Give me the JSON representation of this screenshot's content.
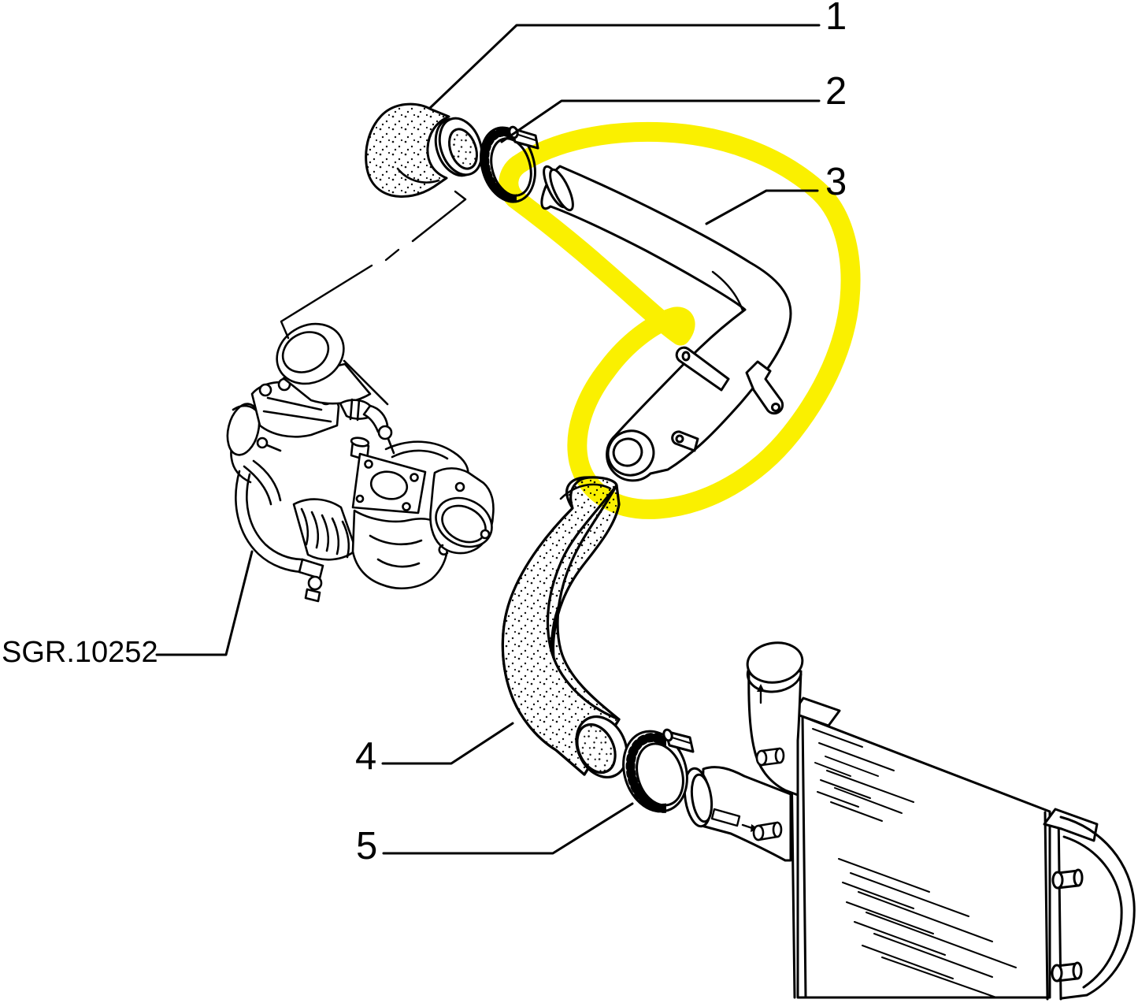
{
  "diagram": {
    "title": "exploded parts diagram",
    "background_color": "#ffffff",
    "line_color": "#000000",
    "highlight_color": "#FAF000",
    "highlighted_callout": "3",
    "reference_label": "SGR.10252",
    "callouts": [
      {
        "label": "1"
      },
      {
        "label": "2"
      },
      {
        "label": "3"
      },
      {
        "label": "4"
      },
      {
        "label": "5"
      }
    ]
  }
}
